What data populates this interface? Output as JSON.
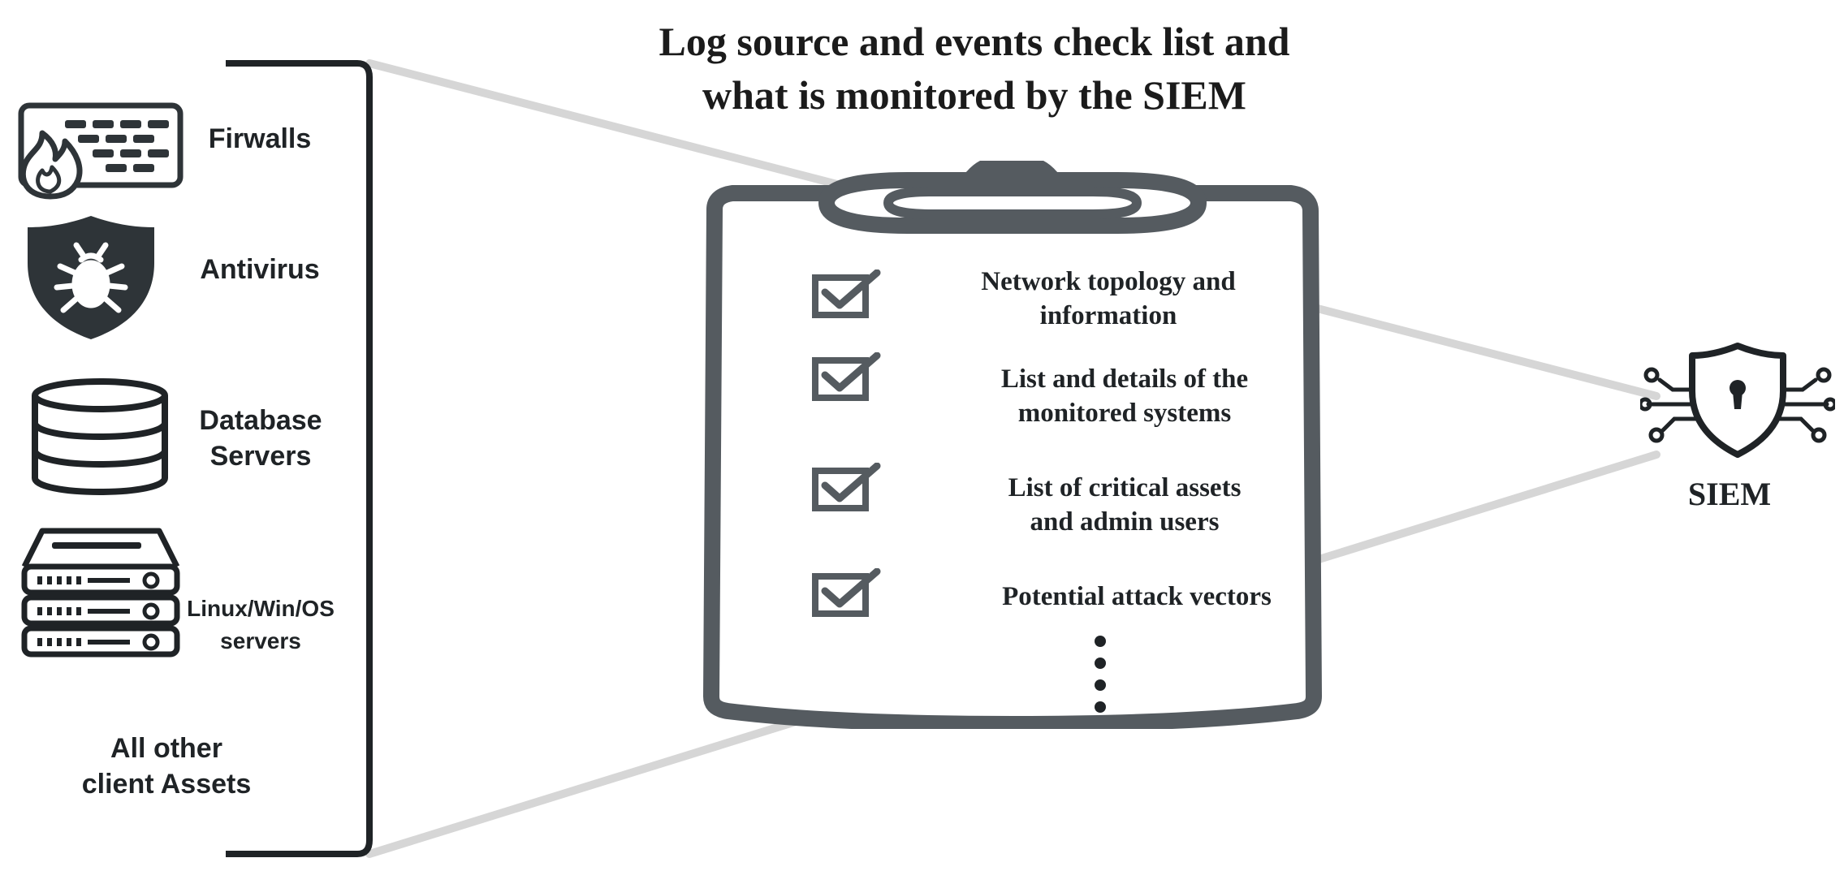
{
  "title": {
    "line1": "Log source and events check list and",
    "line2": "what is monitored by the SIEM"
  },
  "sources": [
    {
      "label": "Firwalls",
      "icon": "firewall-icon"
    },
    {
      "label": "Antivirus",
      "icon": "antivirus-shield-icon"
    },
    {
      "label_line1": "Database",
      "label_line2": "Servers",
      "icon": "database-icon"
    },
    {
      "label_line1": "Linux/Win/OS",
      "label_line2": "servers",
      "icon": "server-rack-icon"
    },
    {
      "label_line1": "All other",
      "label_line2": "client Assets"
    }
  ],
  "checklist": {
    "icon": "clipboard-icon",
    "items": [
      {
        "line1": "Network topology and",
        "line2": "information"
      },
      {
        "line1": "List and details of the",
        "line2": "monitored systems"
      },
      {
        "line1": "List of critical assets",
        "line2": "and admin users"
      },
      {
        "line1": "Potential attack vectors"
      }
    ],
    "more_icon": "vertical-ellipsis-icon"
  },
  "siem": {
    "label": "SIEM",
    "icon": "siem-shield-lock-icon"
  },
  "colors": {
    "icon_dark": "#2e3438",
    "connector_gray": "#d6d6d6",
    "text": "#1f2326"
  }
}
